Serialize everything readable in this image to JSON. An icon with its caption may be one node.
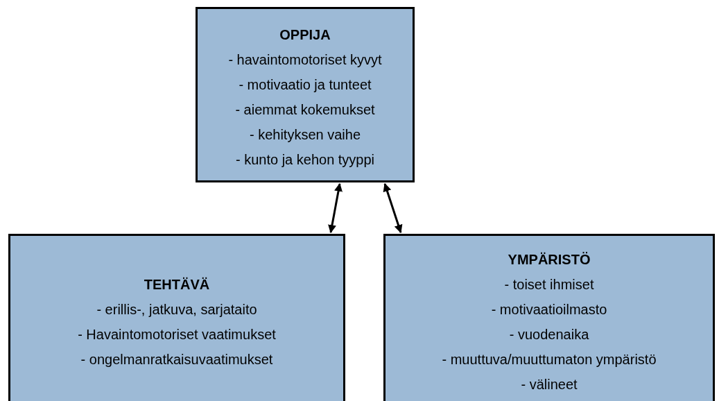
{
  "diagram": {
    "nodes": [
      {
        "text": [
          "OPPIJA",
          "- havaintomotoriset kyvyt",
          "- motivaatio ja tunteet",
          "- aiemmat kokemukset",
          "- kehityksen vaihe",
          "- kunto ja kehon tyyppi"
        ]
      },
      {
        "text": [
          "TEHTÄVÄ",
          "- erillis-, jatkuva, sarjataito",
          "- Havaintomotoriset vaatimukset",
          "- ongelmanratkaisuvaatimukset"
        ]
      },
      {
        "text": [
          "YMPÄRISTÖ",
          "- toiset ihmiset",
          "- motivaatioilmasto",
          "- vuodenaika",
          "- muuttuva/muuttumaton ympäristö",
          "- välineet"
        ]
      }
    ],
    "edges": [
      {
        "from": 1,
        "to": 0,
        "arrow": "both"
      },
      {
        "from": 2,
        "to": 0,
        "arrow": "both"
      }
    ]
  }
}
